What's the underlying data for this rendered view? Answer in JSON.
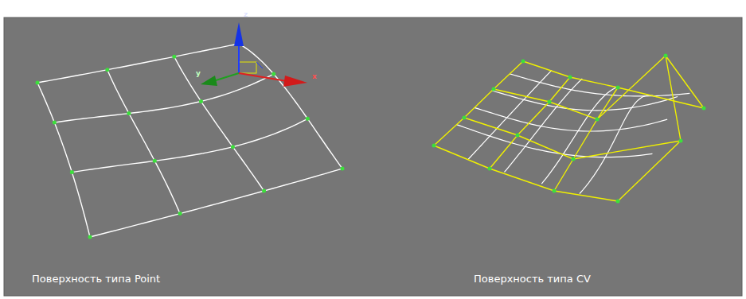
{
  "diagram": {
    "labels": [
      "Поверхность типа Point",
      "Поверхность типа CV",
      "z",
      "y",
      "x"
    ]
  }
}
